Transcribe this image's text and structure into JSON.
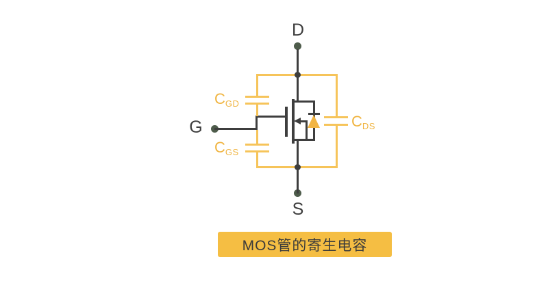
{
  "terminals": {
    "drain": "D",
    "gate": "G",
    "source": "S"
  },
  "capacitors": {
    "cgd": {
      "symbol": "C",
      "sub": "GD"
    },
    "cgs": {
      "symbol": "C",
      "sub": "GS"
    },
    "cds": {
      "symbol": "C",
      "sub": "DS"
    }
  },
  "caption": "MOS管的寄生电容",
  "colors": {
    "wire_yellow": "#f6c45a",
    "label_orange": "#f0b440",
    "banner_fill": "#f5be43",
    "wire_dark": "#3e3e3e",
    "terminal_dot": "#4e5c4b",
    "diode_fill": "#f2b544",
    "background": "#ffffff"
  }
}
